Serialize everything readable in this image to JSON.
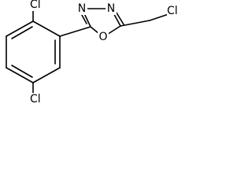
{
  "molecule": {
    "atoms": {
      "n3": "N",
      "n4": "N",
      "o1": "O",
      "cl_chloromethyl": "Cl",
      "cl_upper_aryl": "Cl",
      "cl_lower_aryl": "Cl"
    }
  }
}
